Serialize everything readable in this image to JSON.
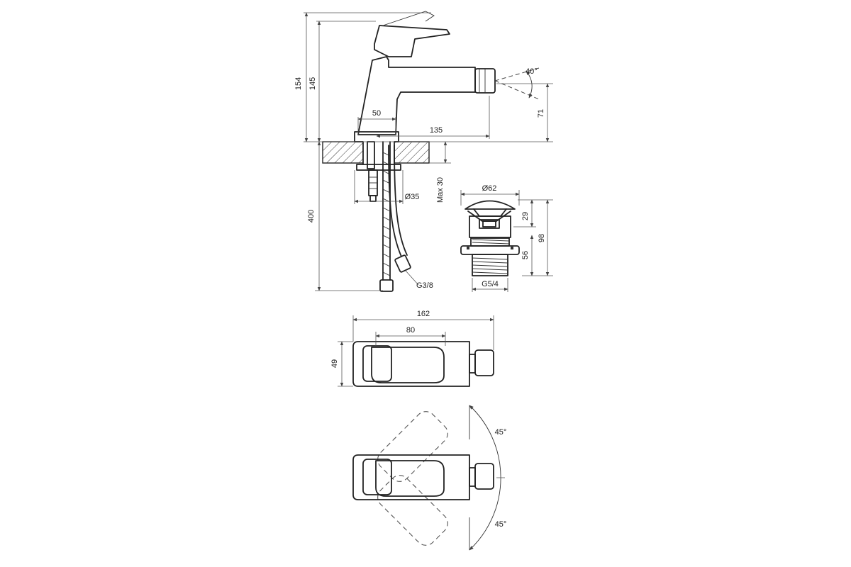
{
  "dimensions": {
    "overall_height": "154",
    "spout_height": "145",
    "spout_outlet_height": "71",
    "jet_angle": "40°",
    "base_width": "50",
    "spout_reach": "135",
    "mounting_hole": "Ø35",
    "max_deck_thickness": "Max 30",
    "hose_length": "400",
    "hose_thread": "G3/8",
    "waste_diameter": "Ø62",
    "waste_top_height": "29",
    "waste_total_height": "98",
    "waste_thread_height": "56",
    "waste_thread": "G5/4",
    "top_total_length": "162",
    "top_body_length": "80",
    "top_width": "49",
    "rotation_angle_top": "45°",
    "rotation_angle_bottom": "45°"
  }
}
